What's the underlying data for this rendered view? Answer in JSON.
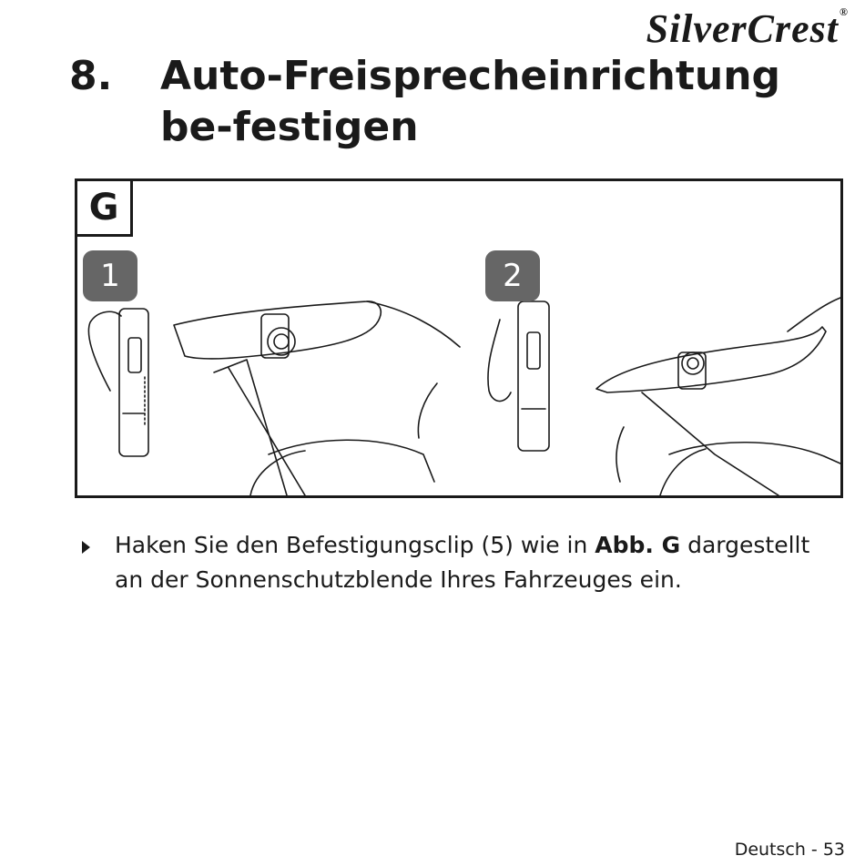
{
  "brand": "SilverCrest",
  "brand_mark": "®",
  "section": {
    "number": "8.",
    "title": "Auto-Freisprecheinrichtung be-festigen"
  },
  "figure": {
    "label": "G",
    "steps": [
      "1",
      "2"
    ]
  },
  "instruction": {
    "text_before": "Haken Sie den Befestigungsclip (5) wie in ",
    "reference": "Abb. G",
    "text_after": " dargestellt an der Sonnenschutzblende Ihres Fahrzeuges ein."
  },
  "footer": "Deutsch - 53",
  "icons": {
    "bullet": "triangle-right-icon",
    "illustrations": [
      "clip-device-icon",
      "visor-mounted-device-icon"
    ]
  }
}
